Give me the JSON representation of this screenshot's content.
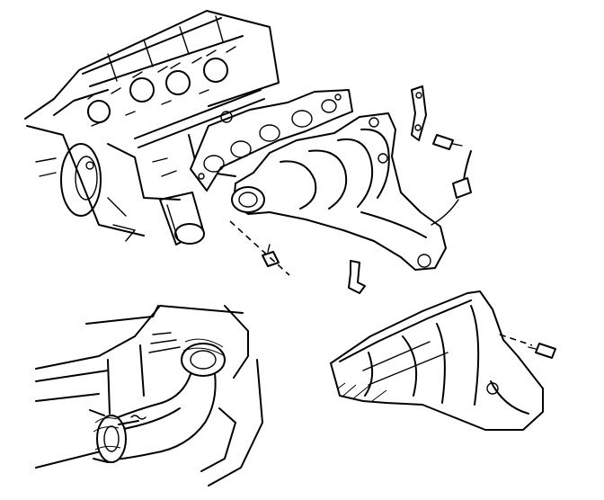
{
  "figure": {
    "views": [
      {
        "id": "engine-assembly",
        "components": [
          "engine-block",
          "exhaust-manifold-gasket",
          "exhaust-manifold",
          "oxygen-sensor",
          "manifold-bolt",
          "bracket",
          "oil-filter"
        ]
      },
      {
        "id": "exhaust-pipe-connection",
        "components": [
          "exhaust-pipe",
          "pipe-flange",
          "spring-bolts"
        ]
      },
      {
        "id": "heat-shield",
        "components": [
          "manifold-heat-shield",
          "heat-shield-bolt"
        ]
      }
    ],
    "colors": {
      "line": "#000000",
      "background": "#ffffff"
    }
  }
}
